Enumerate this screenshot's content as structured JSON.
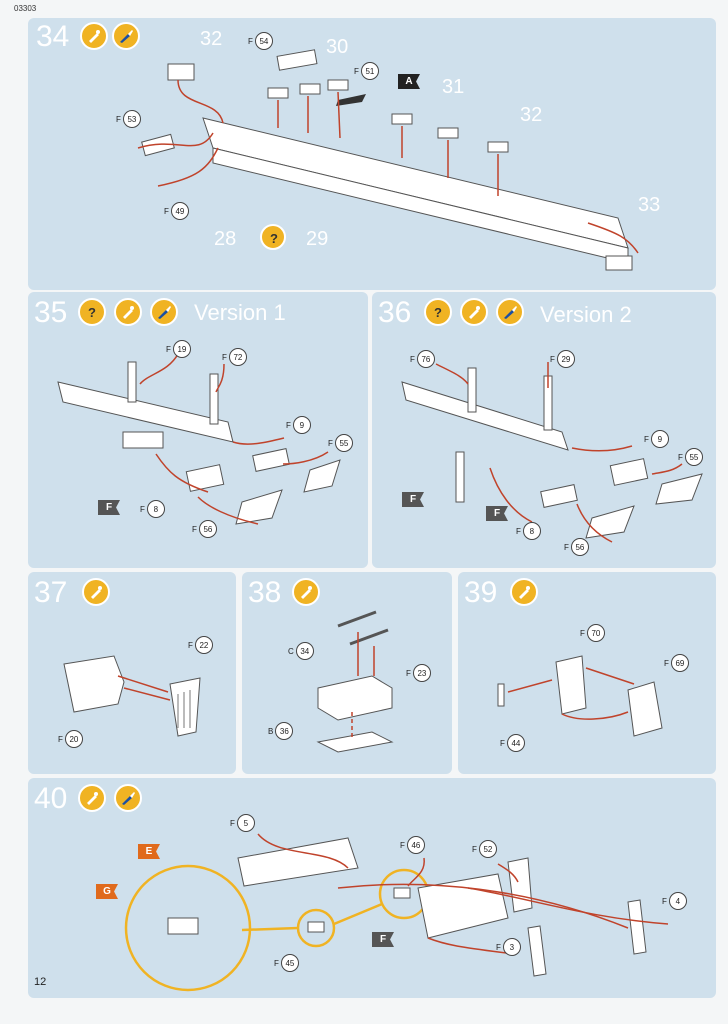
{
  "page": {
    "code": "03303",
    "number": "12"
  },
  "steps": [
    {
      "id": "34",
      "icons": [
        "glue-icon",
        "paint-icon"
      ],
      "version": "",
      "numbers": [
        "32",
        "30",
        "31",
        "32",
        "33",
        "28",
        "29"
      ],
      "parts": [
        {
          "frame": "F",
          "n": "54"
        },
        {
          "frame": "F",
          "n": "51"
        },
        {
          "frame": "F",
          "n": "53"
        },
        {
          "frame": "F",
          "n": "49"
        }
      ],
      "flags": [
        "A"
      ]
    },
    {
      "id": "35",
      "icons": [
        "question-icon",
        "glue-icon",
        "paint-icon"
      ],
      "version": "Version 1",
      "parts": [
        {
          "frame": "F",
          "n": "19"
        },
        {
          "frame": "F",
          "n": "72"
        },
        {
          "frame": "F",
          "n": "9"
        },
        {
          "frame": "F",
          "n": "55"
        },
        {
          "frame": "F",
          "n": "8"
        },
        {
          "frame": "F",
          "n": "56"
        }
      ],
      "flags": [
        "F"
      ]
    },
    {
      "id": "36",
      "icons": [
        "question-icon",
        "glue-icon",
        "paint-icon"
      ],
      "version": "Version 2",
      "parts": [
        {
          "frame": "F",
          "n": "76"
        },
        {
          "frame": "F",
          "n": "29"
        },
        {
          "frame": "F",
          "n": "9"
        },
        {
          "frame": "F",
          "n": "55"
        },
        {
          "frame": "F",
          "n": "8"
        },
        {
          "frame": "F",
          "n": "56"
        }
      ],
      "flags": [
        "F",
        "F"
      ]
    },
    {
      "id": "37",
      "icons": [
        "glue-icon"
      ],
      "version": "",
      "parts": [
        {
          "frame": "F",
          "n": "22"
        },
        {
          "frame": "F",
          "n": "20"
        }
      ],
      "flags": []
    },
    {
      "id": "38",
      "icons": [
        "glue-icon"
      ],
      "version": "",
      "parts": [
        {
          "frame": "C",
          "n": "34"
        },
        {
          "frame": "F",
          "n": "23"
        },
        {
          "frame": "B",
          "n": "36"
        }
      ],
      "flags": []
    },
    {
      "id": "39",
      "icons": [
        "glue-icon"
      ],
      "version": "",
      "parts": [
        {
          "frame": "F",
          "n": "70"
        },
        {
          "frame": "F",
          "n": "69"
        },
        {
          "frame": "F",
          "n": "44"
        }
      ],
      "flags": []
    },
    {
      "id": "40",
      "icons": [
        "glue-icon",
        "paint-icon"
      ],
      "version": "",
      "parts": [
        {
          "frame": "F",
          "n": "5"
        },
        {
          "frame": "F",
          "n": "46"
        },
        {
          "frame": "F",
          "n": "52"
        },
        {
          "frame": "F",
          "n": "4"
        },
        {
          "frame": "F",
          "n": "3"
        },
        {
          "frame": "F",
          "n": "45"
        }
      ],
      "flags": [
        "E",
        "G",
        "F"
      ]
    }
  ],
  "colors": {
    "panel": "#cfe0ec",
    "badge": "#f0b323",
    "arrow": "#c0432b",
    "flag_dark": "#555555",
    "flag_orange": "#e06a1c"
  }
}
